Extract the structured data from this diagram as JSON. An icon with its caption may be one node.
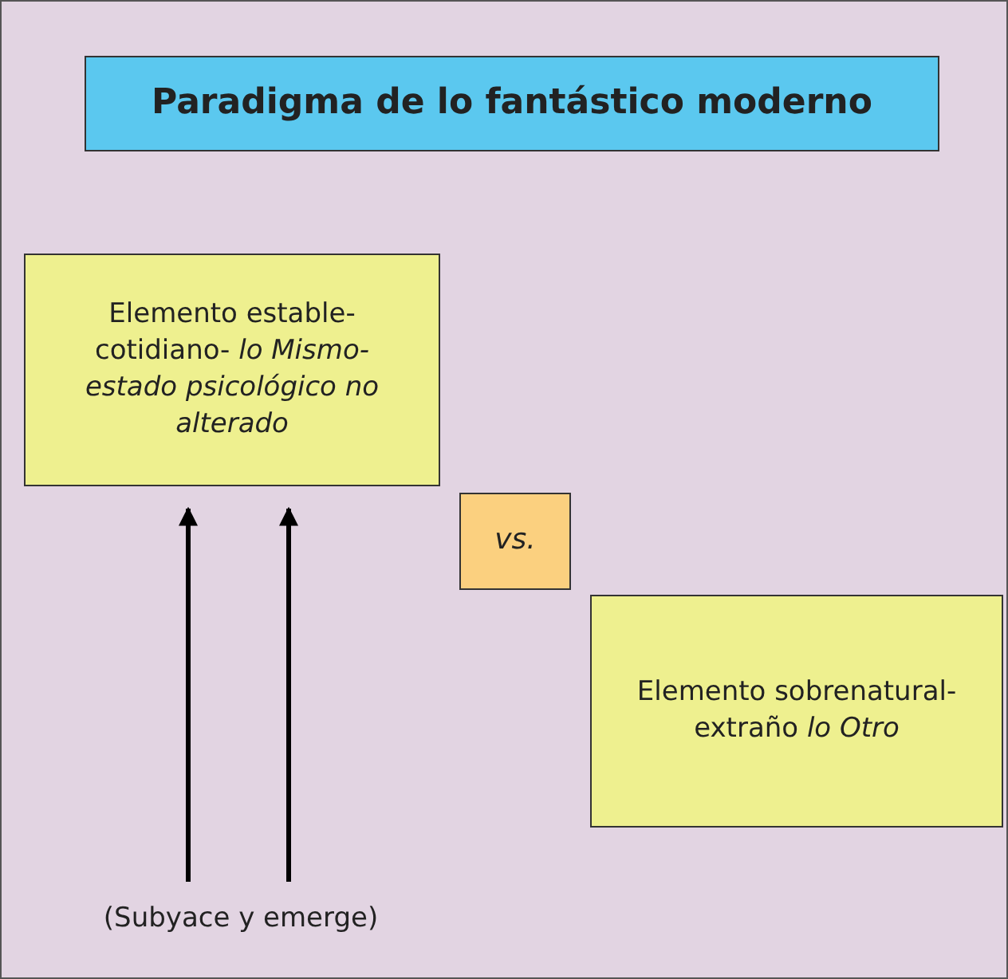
{
  "diagram": {
    "nodes": [
      {
        "text": [
          "Paradigma de lo fantástico moderno"
        ]
      },
      {
        "text": [
          "Elemento estable-cotidiano- *lo Mismo-estado psicológico no alterado*"
        ]
      },
      {
        "text": [
          "vs."
        ]
      },
      {
        "text": [
          "Elemento sobrenatural-extraño *lo Otro*"
        ]
      },
      {
        "text": [
          "(Subyace y emerge)"
        ]
      }
    ],
    "edges": [
      {
        "from": 4,
        "to": 1,
        "arrow": "to"
      },
      {
        "from": 4,
        "to": 1,
        "arrow": "to"
      }
    ]
  }
}
